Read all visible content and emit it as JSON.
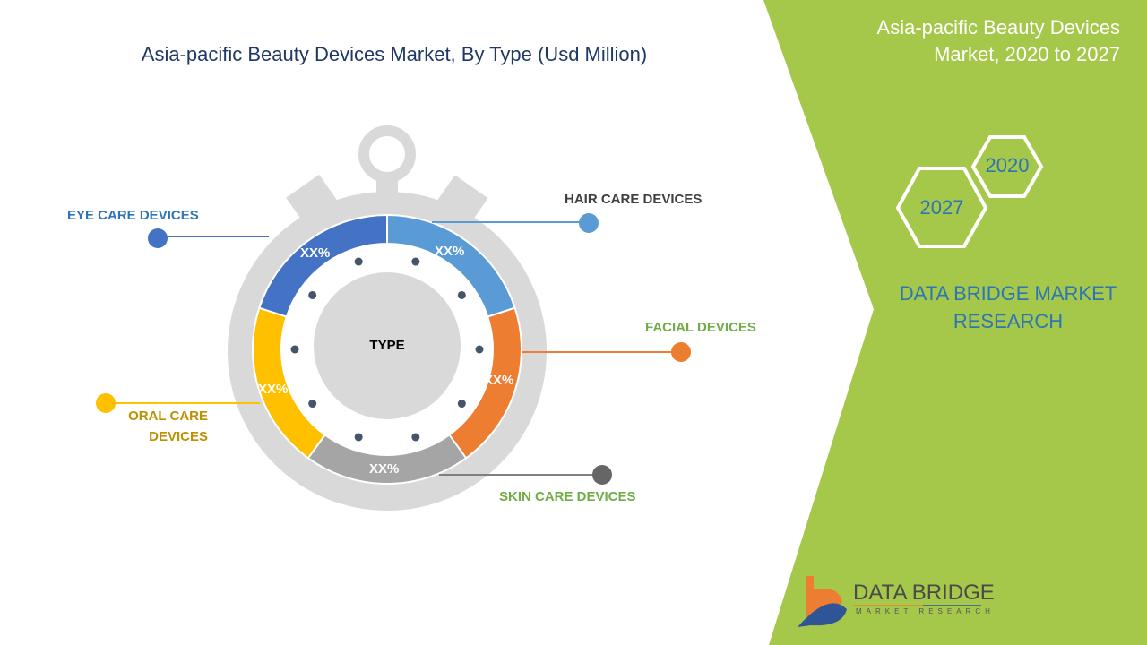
{
  "header": {
    "title": "Asia-pacific Beauty Devices Market, By Type (Usd Million)",
    "right_title_line1": "Asia-pacific Beauty Devices",
    "right_title_line2": "Market, 2020 to 2027"
  },
  "years": {
    "start": "2020",
    "end": "2027"
  },
  "brand": {
    "research_line1": "DATA BRIDGE MARKET",
    "research_line2": "RESEARCH",
    "logo_name": "DATA BRIDGE",
    "logo_sub": "MARKET RESEARCH"
  },
  "colors": {
    "panel": "#a5c84b",
    "ring": "#d9d9d9"
  },
  "chart_data": {
    "type": "pie",
    "variant": "donut",
    "center_label": "TYPE",
    "categories": [
      "HAIR CARE DEVICES",
      "FACIAL DEVICES",
      "SKIN CARE DEVICES",
      "ORAL CARE DEVICES",
      "EYE CARE DEVICES"
    ],
    "labels": [
      "XX%",
      "XX%",
      "XX%",
      "XX%",
      "XX%"
    ],
    "values": [
      20,
      20,
      20,
      20,
      20
    ],
    "colors": [
      "#5b9bd5",
      "#ed7d31",
      "#a5a5a5",
      "#ffc000",
      "#4472c4"
    ],
    "label_colors": [
      "#404040",
      "#70ad47",
      "#70ad47",
      "#bf9000",
      "#2e75b6"
    ]
  }
}
